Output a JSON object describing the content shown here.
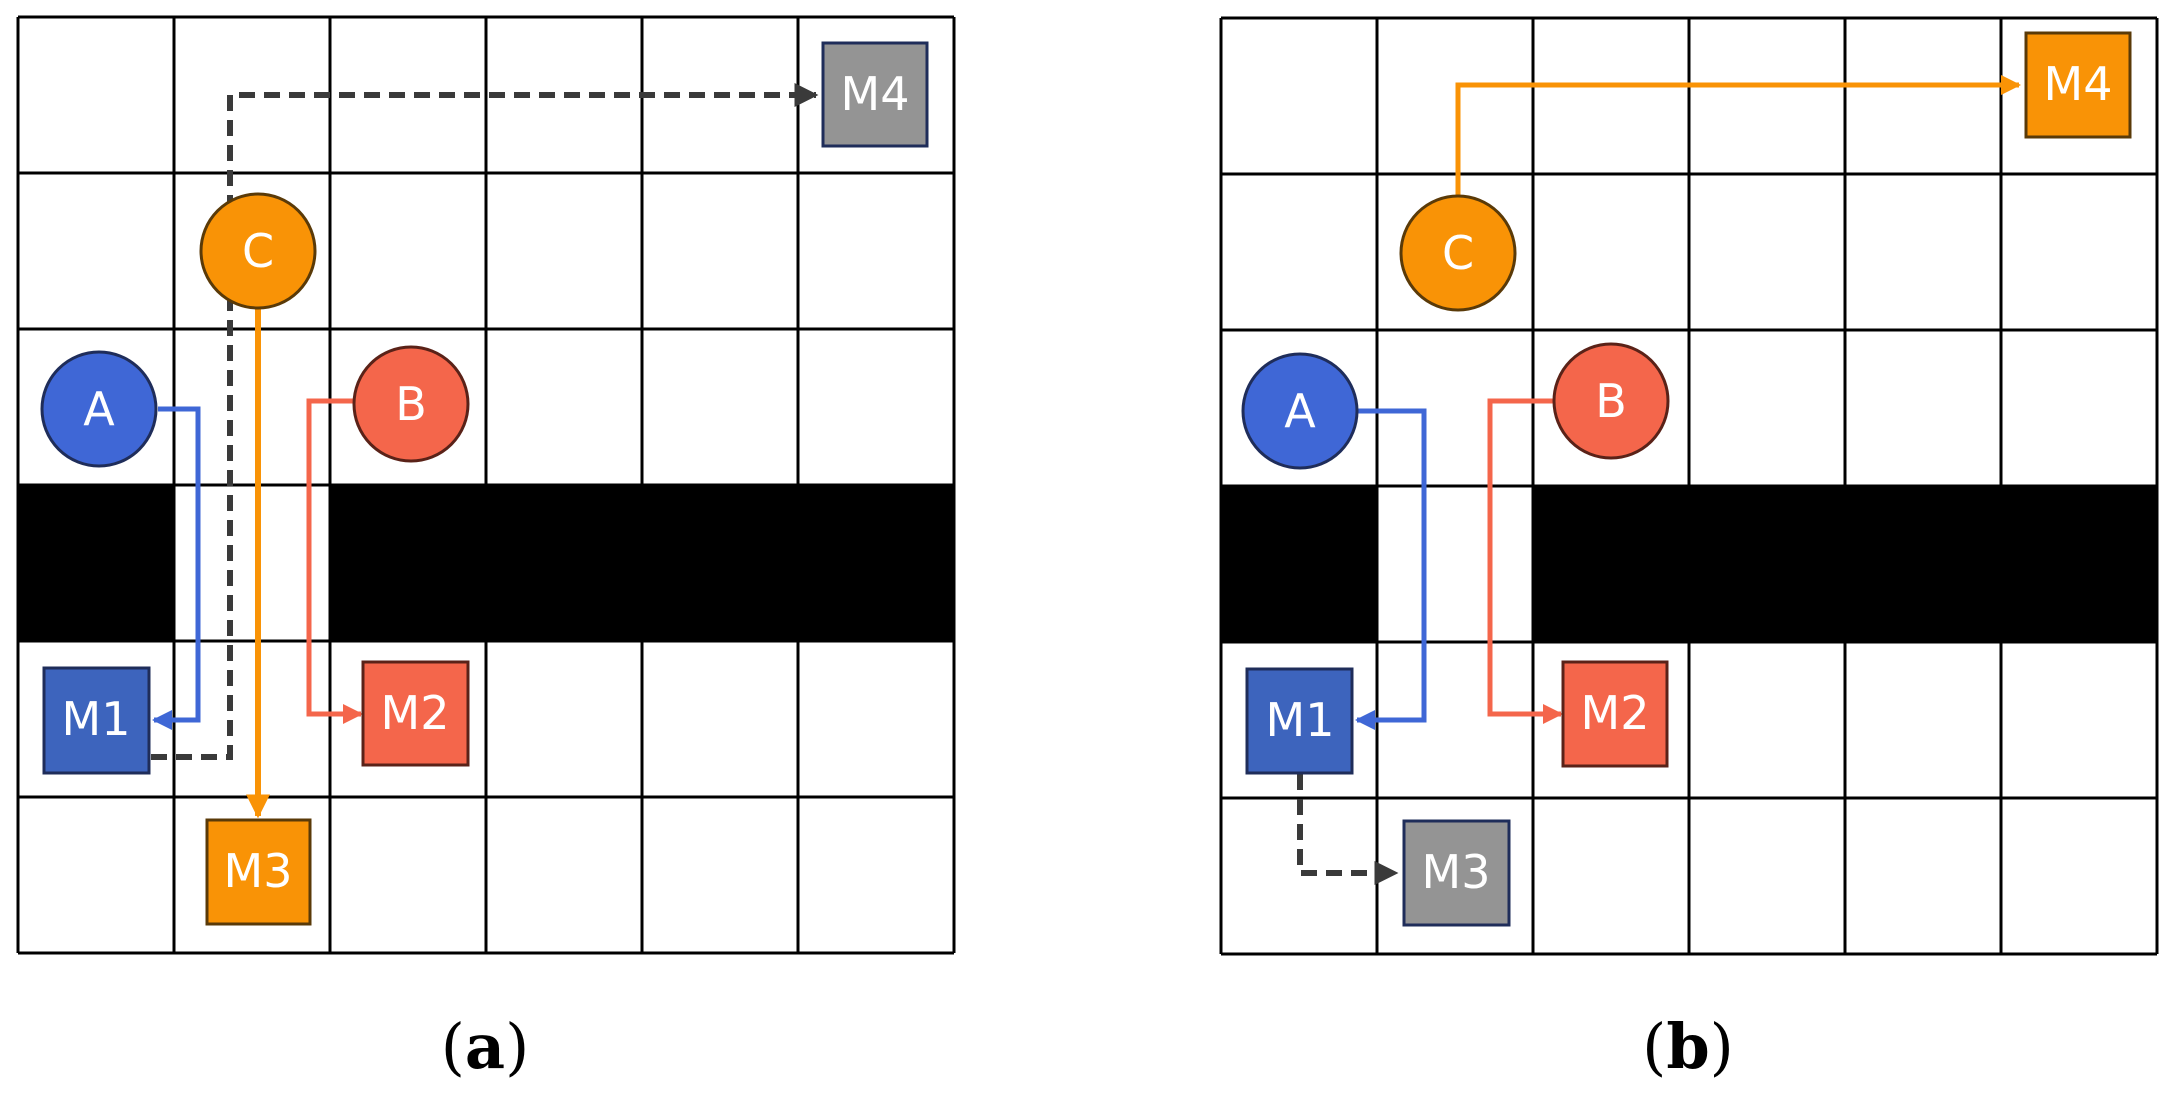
{
  "colors": {
    "agent_a": "#3f67d6",
    "agent_b": "#f4664b",
    "agent_c": "#f99306",
    "machine_m1": "#3d64bd",
    "machine_idle": "#949494",
    "dashed_path": "#3a3a3a",
    "obstacle": "#000000",
    "grid_line": "#000000"
  },
  "panels": [
    {
      "id": "a",
      "caption_open": "(",
      "caption_letter": "a",
      "caption_close": ")",
      "agents": [
        {
          "id": "A",
          "label": "A"
        },
        {
          "id": "B",
          "label": "B"
        },
        {
          "id": "C",
          "label": "C"
        }
      ],
      "machines": [
        {
          "id": "M1",
          "label": "M1"
        },
        {
          "id": "M2",
          "label": "M2"
        },
        {
          "id": "M3",
          "label": "M3"
        },
        {
          "id": "M4",
          "label": "M4"
        }
      ]
    },
    {
      "id": "b",
      "caption_open": "(",
      "caption_letter": "b",
      "caption_close": ")",
      "agents": [
        {
          "id": "A",
          "label": "A"
        },
        {
          "id": "B",
          "label": "B"
        },
        {
          "id": "C",
          "label": "C"
        }
      ],
      "machines": [
        {
          "id": "M1",
          "label": "M1"
        },
        {
          "id": "M2",
          "label": "M2"
        },
        {
          "id": "M3",
          "label": "M3"
        },
        {
          "id": "M4",
          "label": "M4"
        }
      ]
    }
  ]
}
